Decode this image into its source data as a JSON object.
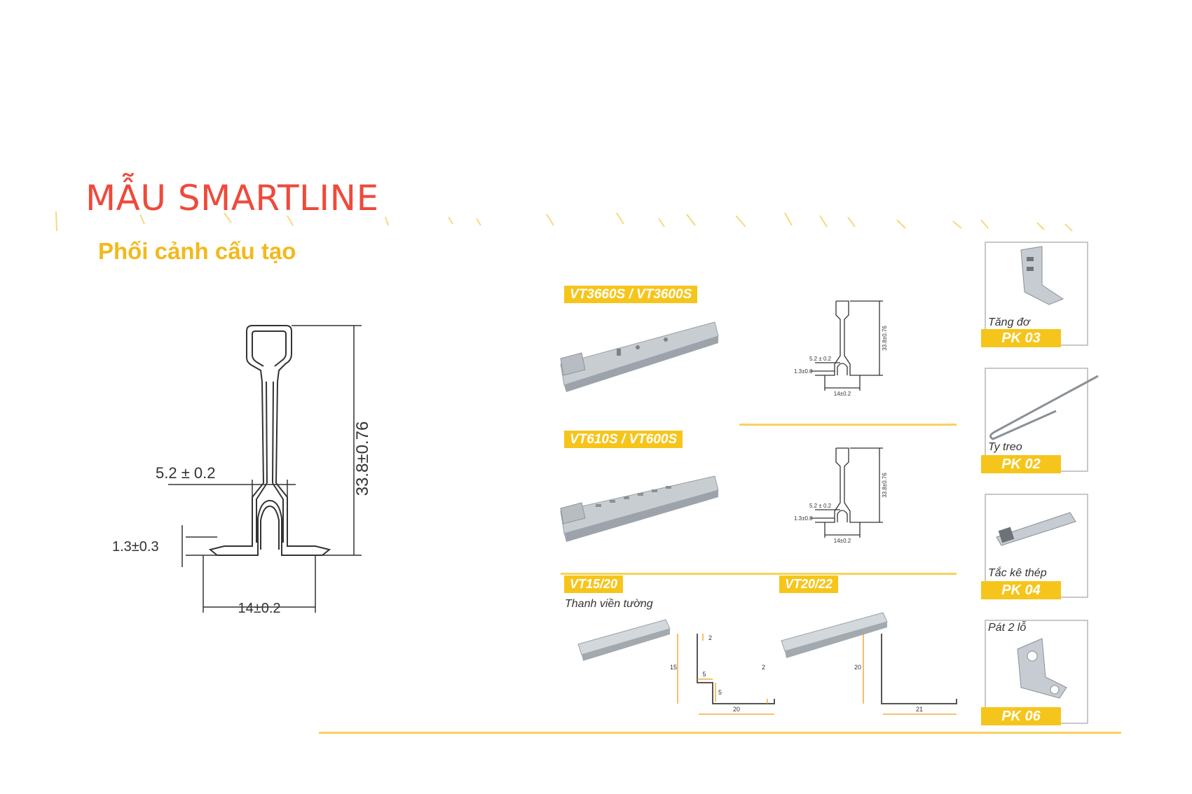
{
  "header": {
    "title": "MẪU SMARTLINE",
    "subtitle": "Phối cảnh cấu tạo"
  },
  "main_profile": {
    "dims": {
      "height": "33.8±0.76",
      "neck": "5.2 ± 0.2",
      "flange": "1.3±0.3",
      "base": "14±0.2"
    }
  },
  "products": {
    "row1": {
      "tag": "VT3660S / VT3600S",
      "dims": {
        "height": "33.8±0.76",
        "neck": "5.2 ± 0.2",
        "flange": "1.3±0.3",
        "base": "14±0.2"
      }
    },
    "row2": {
      "tag": "VT610S / VT600S",
      "dims": {
        "height": "33.8±0.76",
        "neck": "5.2 ± 0.2",
        "flange": "1.3±0.3",
        "base": "14±0.2"
      }
    },
    "row3a": {
      "tag": "VT15/20",
      "caption": "Thanh viền tường",
      "dims": {
        "h": "15",
        "top": "2",
        "step_w": "5",
        "step_h": "5",
        "lip": "2",
        "base": "20"
      }
    },
    "row3b": {
      "tag": "VT20/22",
      "dims": {
        "h": "20",
        "base": "21"
      }
    }
  },
  "accessories": [
    {
      "name": "Tăng đơ",
      "code": "PK 03"
    },
    {
      "name": "Ty treo",
      "code": "PK 02"
    },
    {
      "name": "Tắc kê thép",
      "code": "PK 04"
    },
    {
      "name": "Pát 2 lỗ",
      "code": "PK 06"
    }
  ],
  "colors": {
    "title": "#ee4a3b",
    "accent": "#f6c51c",
    "line": "#333333"
  }
}
